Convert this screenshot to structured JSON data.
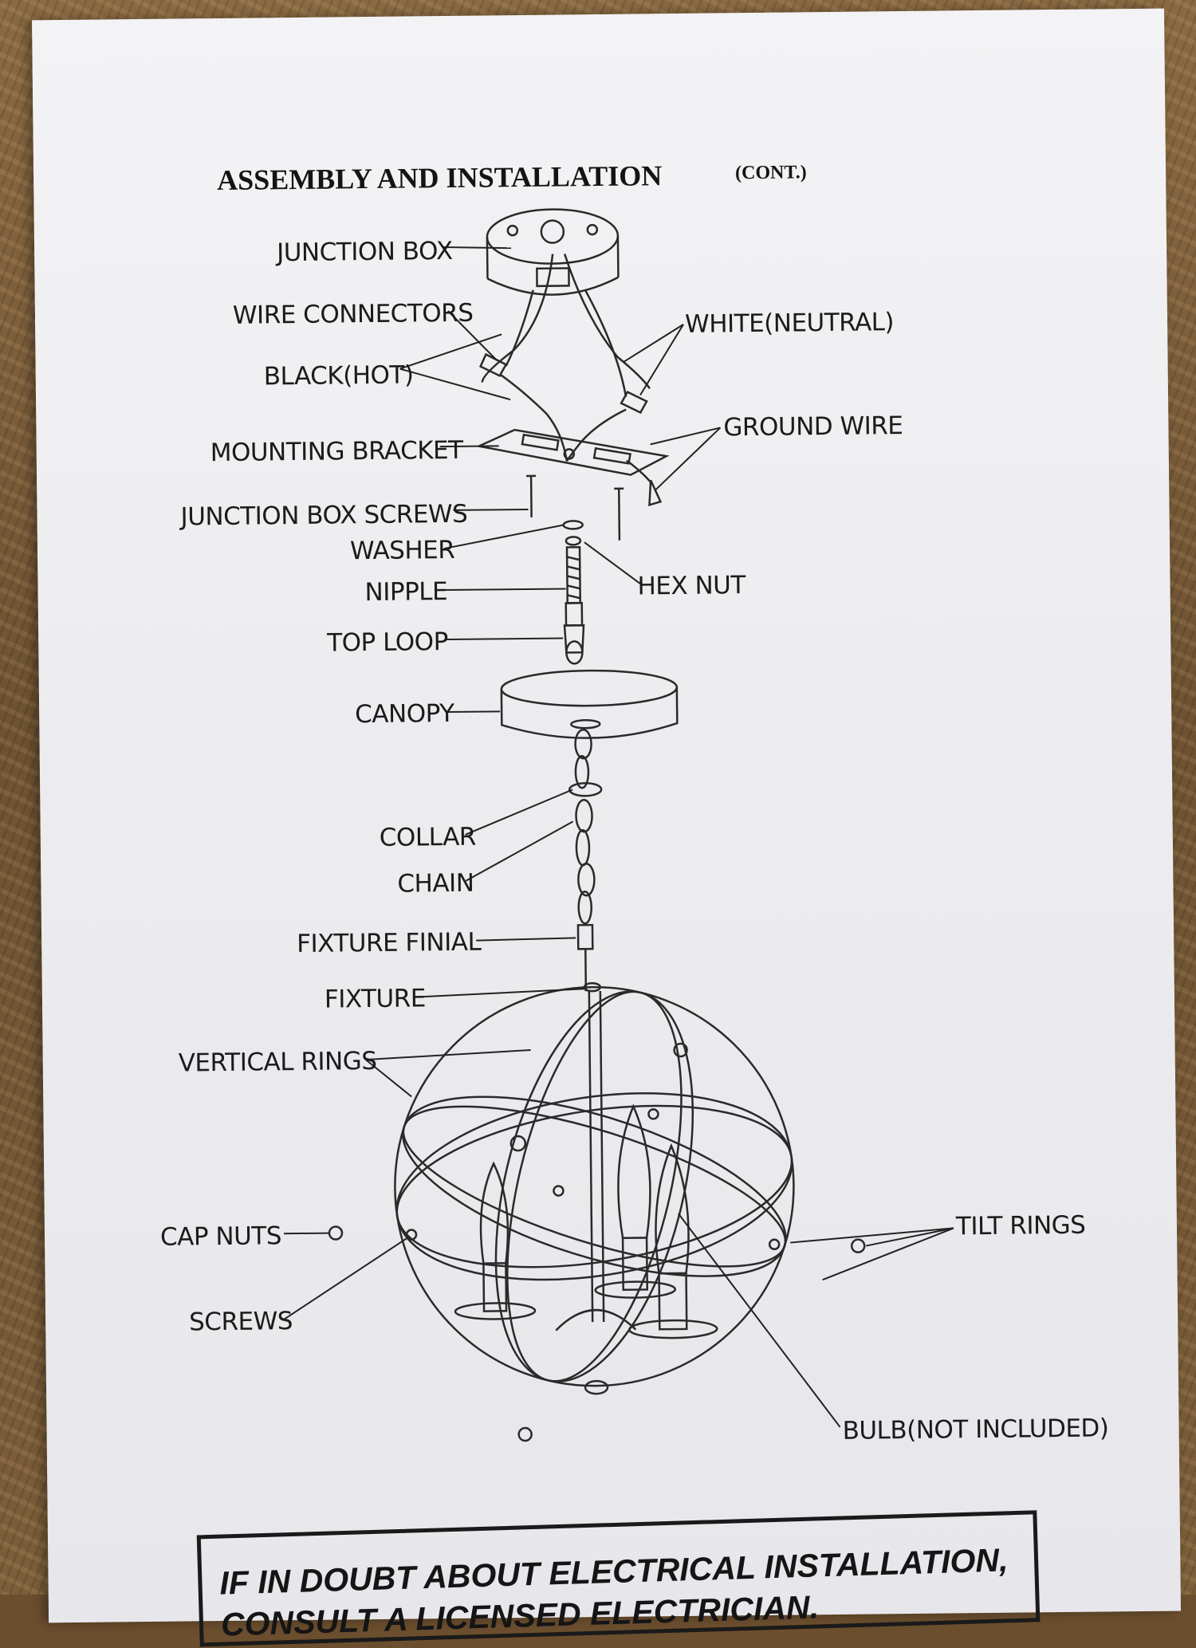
{
  "title": {
    "main": "ASSEMBLY AND INSTALLATION",
    "suffix": "(CONT.)"
  },
  "labels": {
    "junction_box": "JUNCTION BOX",
    "wire_connectors": "WIRE CONNECTORS",
    "black_hot": "BLACK(HOT)",
    "white_neutral": "WHITE(NEUTRAL)",
    "mounting_bracket": "MOUNTING BRACKET",
    "ground_wire": "GROUND WIRE",
    "junction_box_screws": "JUNCTION BOX SCREWS",
    "washer": "WASHER",
    "hex_nut": "HEX NUT",
    "nipple": "NIPPLE",
    "top_loop": "TOP LOOP",
    "canopy": "CANOPY",
    "collar": "COLLAR",
    "chain": "CHAIN",
    "fixture_finial": "FIXTURE FINIAL",
    "fixture": "FIXTURE",
    "vertical_rings": "VERTICAL RINGS",
    "cap_nuts": "CAP NUTS",
    "screws": "SCREWS",
    "tilt_rings": "TILT RINGS",
    "bulb": "BULB(NOT INCLUDED)"
  },
  "warning": {
    "line1": "IF IN DOUBT ABOUT ELECTRICAL INSTALLATION,",
    "line2": "CONSULT A LICENSED ELECTRICIAN."
  }
}
